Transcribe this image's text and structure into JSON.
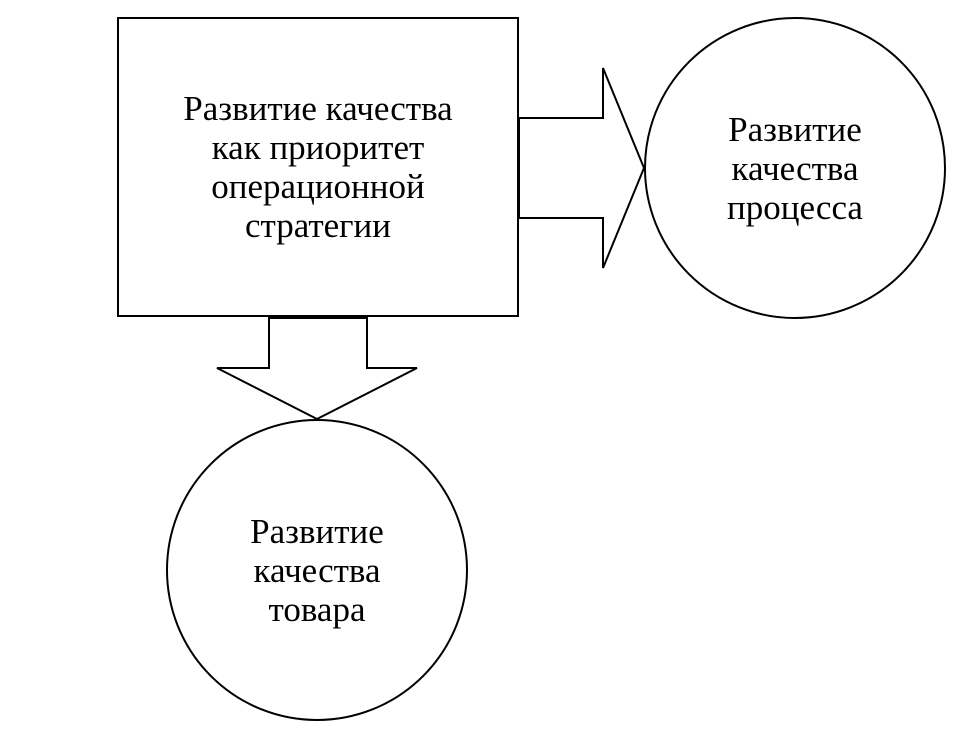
{
  "diagram": {
    "strategy_box": {
      "lines": [
        "Развитие качества",
        "как приоритет",
        "операционной",
        "стратегии"
      ]
    },
    "process_circle": {
      "lines": [
        "Развитие",
        "качества",
        "процесса"
      ]
    },
    "product_circle": {
      "lines": [
        "Развитие",
        "качества",
        "товара"
      ]
    },
    "colors": {
      "stroke": "#000000",
      "fill": "#ffffff"
    }
  }
}
